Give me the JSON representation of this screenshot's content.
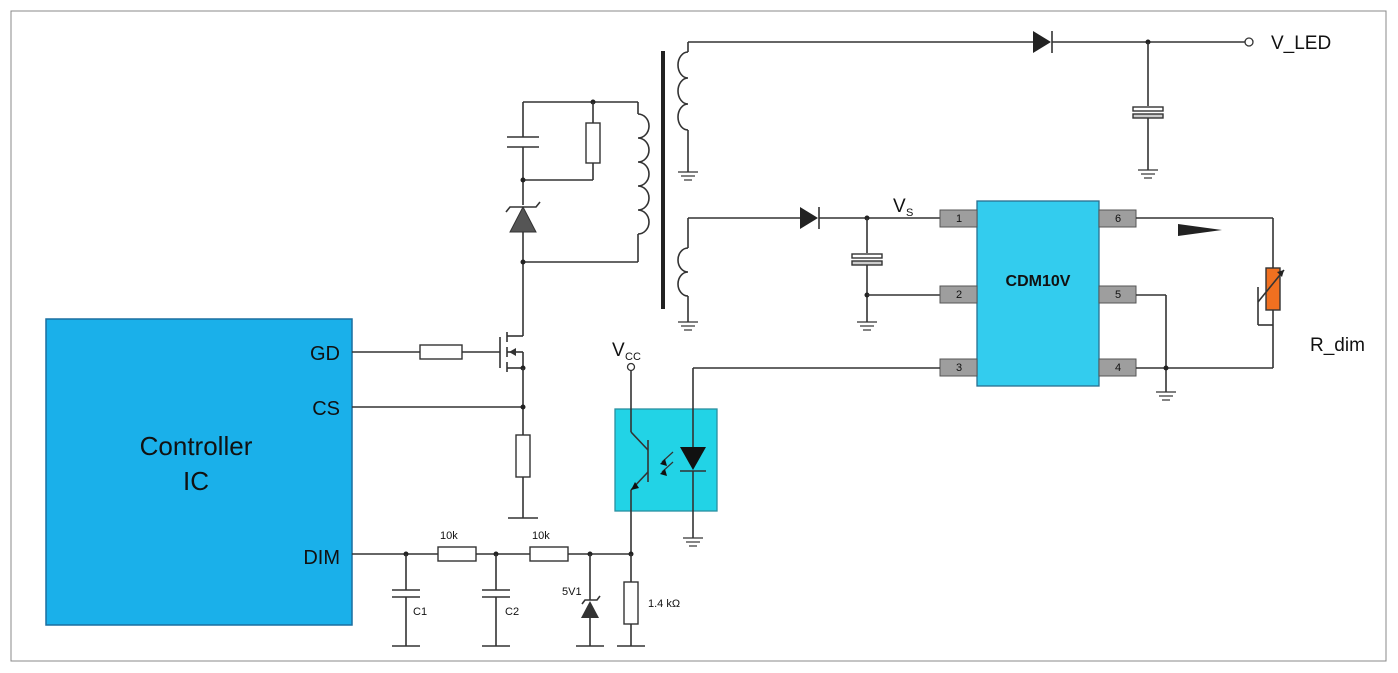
{
  "controller": {
    "line1": "Controller",
    "line2": "IC",
    "color": "#1ab0ea"
  },
  "controller_pins": {
    "gd": "GD",
    "cs": "CS",
    "dim": "DIM"
  },
  "ic": {
    "name": "CDM10V",
    "color": "#33ccee",
    "pins": {
      "p1": "1",
      "p2": "2",
      "p3": "3",
      "p4": "4",
      "p5": "5",
      "p6": "6"
    }
  },
  "labels": {
    "v_led": "V_LED",
    "vs_main": "V",
    "vs_sub": "S",
    "vcc_main": "V",
    "vcc_sub": "CC",
    "r_dim": "R_dim",
    "r10k_a": "10k",
    "r10k_b": "10k",
    "zener": "5V1",
    "r_1k4": "1.4 kΩ",
    "c1": "C1",
    "c2": "C2"
  },
  "optocoupler": {
    "color": "#22d3e6"
  },
  "potentiometer": {
    "color": "#f07020"
  }
}
